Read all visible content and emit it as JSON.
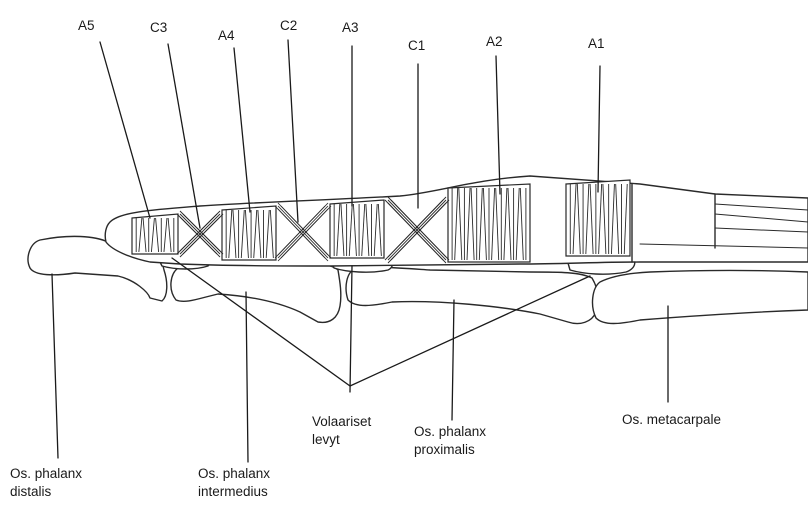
{
  "pulleys": {
    "a5": "A5",
    "c3": "C3",
    "a4": "A4",
    "c2": "C2",
    "a3": "A3",
    "c1": "C1",
    "a2": "A2",
    "a1": "A1"
  },
  "labels": {
    "volar_plates_line1": "Volaariset",
    "volar_plates_line2": "levyt",
    "phalanx_proximalis_line1": "Os. phalanx",
    "phalanx_proximalis_line2": "proximalis",
    "metacarpale": "Os. metacarpale",
    "phalanx_distalis_line1": "Os. phalanx",
    "phalanx_distalis_line2": "distalis",
    "phalanx_intermedius_line1": "Os. phalanx",
    "phalanx_intermedius_line2": "intermedius"
  },
  "colors": {
    "ink": "#2a2a2a",
    "background": "#ffffff"
  }
}
